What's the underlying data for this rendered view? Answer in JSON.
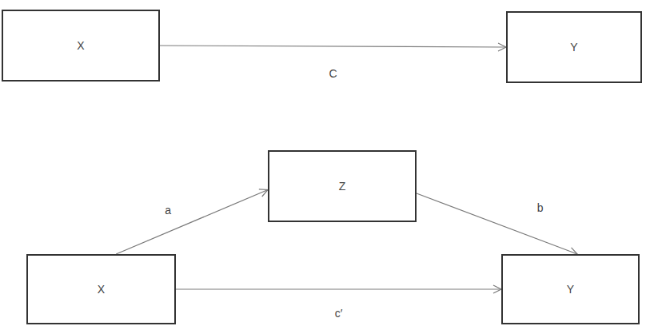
{
  "diagram": {
    "nodes": [
      {
        "text": [
          "X"
        ]
      },
      {
        "text": [
          "Y"
        ]
      },
      {
        "text": [
          "Z"
        ]
      },
      {
        "text": [
          "X"
        ]
      },
      {
        "text": [
          "Y"
        ]
      }
    ],
    "edges": [
      {
        "from": 0,
        "to": 1,
        "arrow": "to",
        "label": "C"
      },
      {
        "from": 3,
        "to": 2,
        "arrow": "to",
        "label": "a"
      },
      {
        "from": 2,
        "to": 4,
        "arrow": "to",
        "label": "b"
      },
      {
        "from": 3,
        "to": 4,
        "arrow": "to",
        "label": "c′"
      }
    ]
  }
}
